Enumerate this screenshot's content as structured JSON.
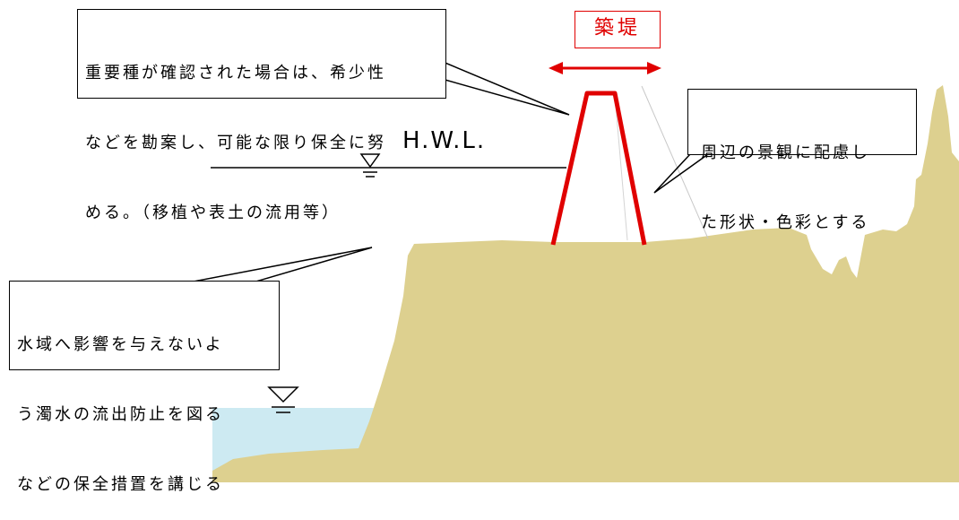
{
  "embankment": {
    "label": "築堤"
  },
  "water_level": {
    "label": "H.W.L."
  },
  "callouts": {
    "species": {
      "lines": [
        "重要種が確認された場合は、希少性",
        "などを勘案し、可能な限り保全に努",
        "める。（移植や表土の流用等）"
      ]
    },
    "landscape": {
      "lines": [
        "周辺の景観に配慮し",
        "た形状・色彩とする"
      ]
    },
    "water": {
      "lines": [
        "水域へ影響を与えないよ",
        "う濁水の流出防止を図る",
        "などの保全措置を講じる"
      ]
    }
  },
  "colors": {
    "ground": "#ddd08f",
    "water": "#cdeaf2",
    "embankment": "#e00000",
    "line": "#000000"
  }
}
